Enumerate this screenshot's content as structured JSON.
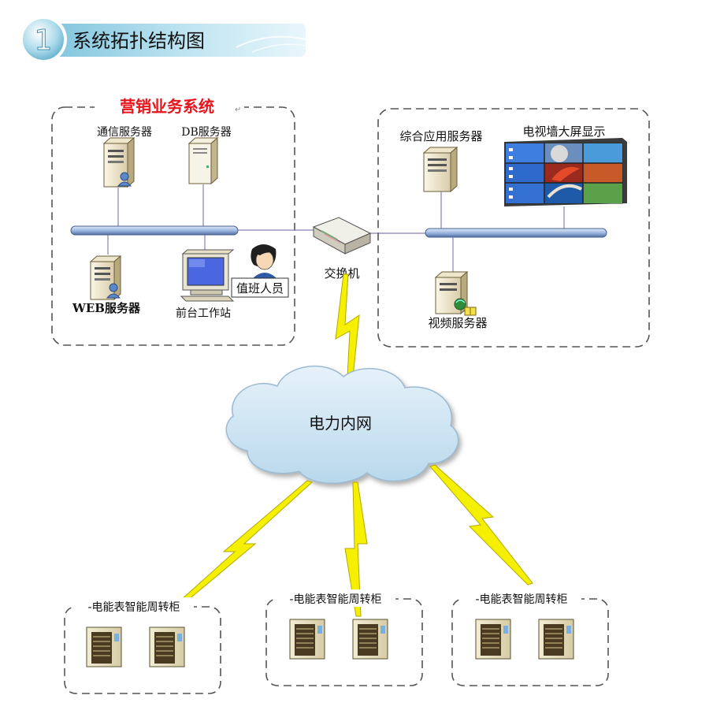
{
  "header": {
    "step_number": "1",
    "title": "系统拓扑结构图"
  },
  "marketing_system": {
    "title": "营销业务系统",
    "comm_server": "通信服务器",
    "db_server": "DB服务器",
    "web_server": "WEB服务器",
    "front_workstation": "前台工作站",
    "duty_staff": "值班人员"
  },
  "switch": {
    "label": "交换机"
  },
  "right_group": {
    "app_server": "综合应用服务器",
    "video_wall": "电视墙大屏显示",
    "video_server": "视频服务器"
  },
  "network": {
    "label": "电力内网"
  },
  "cabinets": [
    {
      "label": "-电能表智能周转柜"
    },
    {
      "label": "-电能表智能周转柜"
    },
    {
      "label": "-电能表智能周转柜"
    }
  ],
  "colors": {
    "title_red": "#e8141b",
    "bus_blue": "#9db8e0",
    "cloud": "#cfe5f3",
    "lightning": "#f4f000",
    "banner": "#9fd3e6"
  }
}
